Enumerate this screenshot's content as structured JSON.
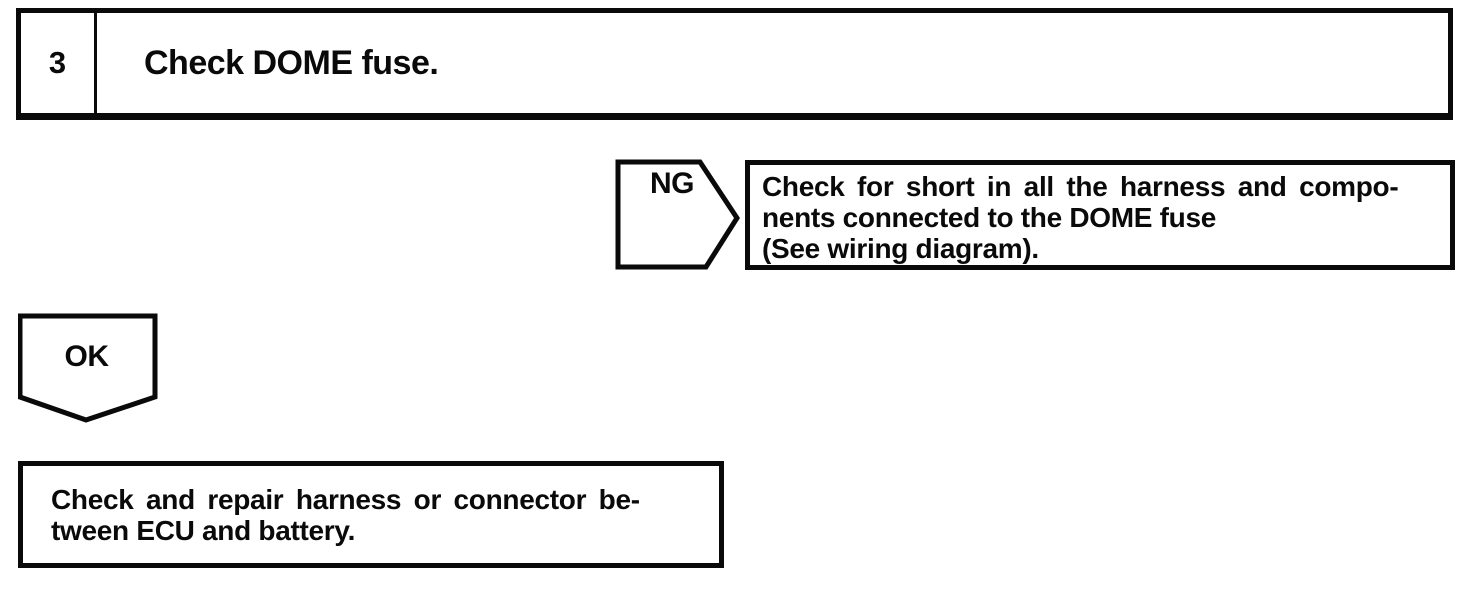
{
  "page": {
    "colors": {
      "ink": "#0a0a0a",
      "paper": "#ffffff"
    }
  },
  "step_header": {
    "number": "3",
    "instruction": "Check DOME fuse."
  },
  "ng_branch": {
    "label": "NG",
    "result_lines": [
      "Check for short in all the harness and compo-",
      "nents connected to the DOME fuse",
      "(See wiring diagram)."
    ]
  },
  "ok_branch": {
    "label": "OK",
    "result_lines": [
      "Check and repair harness or connector be-",
      "tween ECU and battery."
    ]
  }
}
